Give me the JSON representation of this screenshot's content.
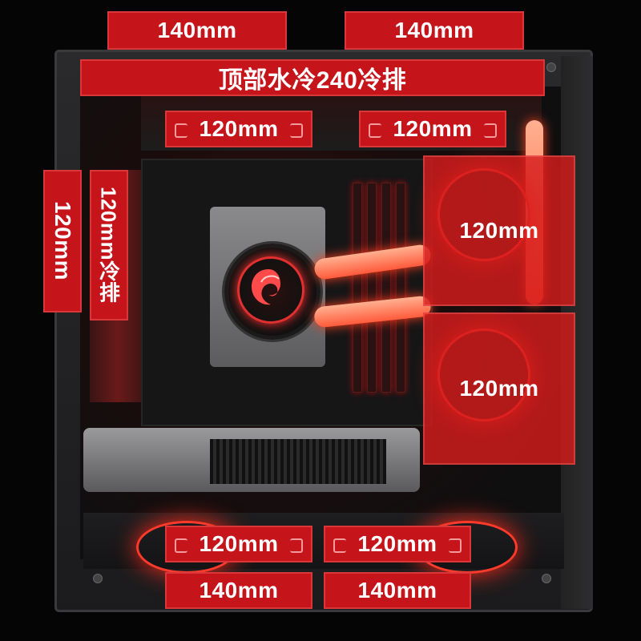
{
  "labels": {
    "top_left_140": "140mm",
    "top_right_140": "140mm",
    "top_radiator": "顶部水冷240冷排",
    "top_fan_left_120": "120mm",
    "top_fan_right_120": "120mm",
    "left_side_120": "120mm",
    "left_radiator": "120mm冷排",
    "right_fan_upper_120": "120mm",
    "right_fan_lower_120": "120mm",
    "bottom_fan_left_120": "120mm",
    "bottom_fan_right_120": "120mm",
    "bottom_left_140": "140mm",
    "bottom_right_140": "140mm"
  },
  "colors": {
    "accent": "#c6141b",
    "glow": "#ff3a2a",
    "background": "#050505"
  },
  "icons": {
    "pump_logo": "dragon-logo-icon"
  }
}
